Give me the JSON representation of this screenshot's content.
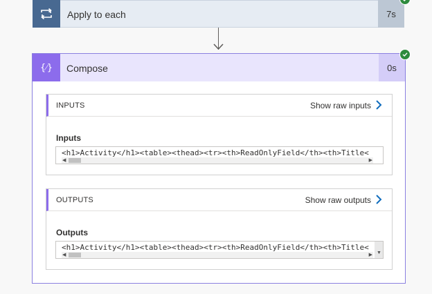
{
  "loop": {
    "title": "Apply to each",
    "duration": "7s",
    "icon": "loop-icon",
    "status": "succeeded"
  },
  "compose": {
    "title": "Compose",
    "duration": "0s",
    "icon": "expression-icon",
    "icon_glyph": "{⁄}",
    "status": "succeeded",
    "inputs_section": {
      "header": "INPUTS",
      "link": "Show raw inputs",
      "field_label": "Inputs",
      "value": "<h1>Activity</h1><table><thead><tr><th>ReadOnlyField</th><th>Title<"
    },
    "outputs_section": {
      "header": "OUTPUTS",
      "link": "Show raw outputs",
      "field_label": "Outputs",
      "value": "<h1>Activity</h1><table><thead><tr><th>ReadOnlyField</th><th>Title<"
    }
  },
  "colors": {
    "loop_accent": "#486991",
    "compose_accent": "#8c6cec",
    "success": "#2e8b3d",
    "link_chevron": "#0f6cbd"
  }
}
